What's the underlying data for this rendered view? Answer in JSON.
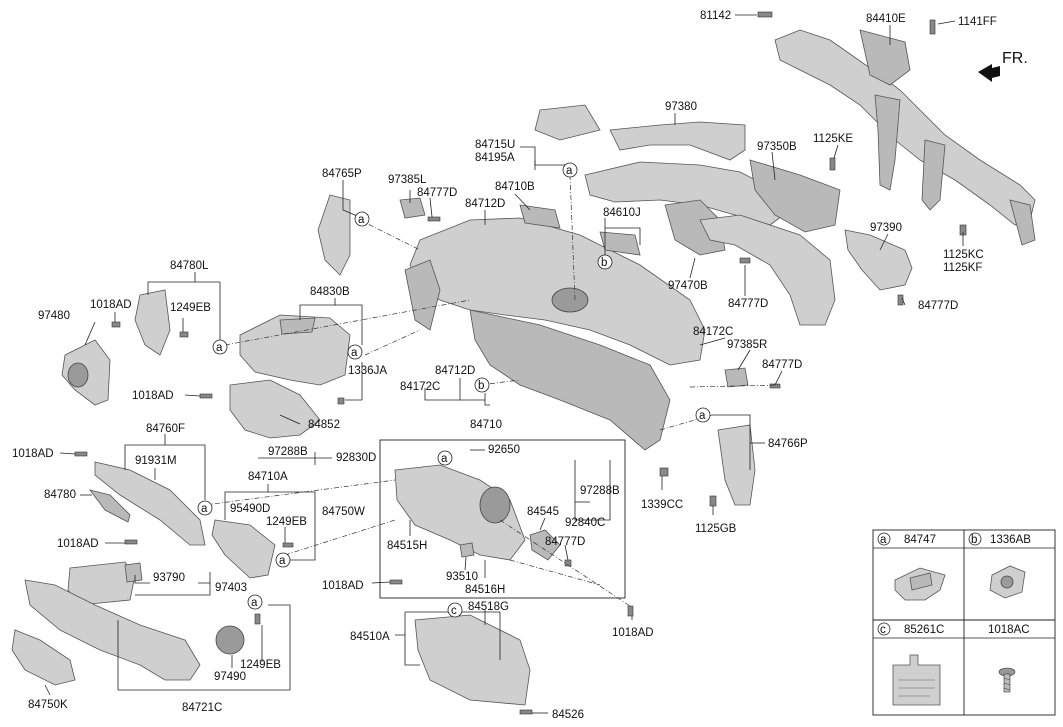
{
  "labels": {
    "l81142": "81142",
    "l84410E": "84410E",
    "l1141FF": "1141FF",
    "fr": "FR.",
    "l97380": "97380",
    "l84715U": "84715U",
    "l84195A": "84195A",
    "l97350B": "97350B",
    "l1125KE": "1125KE",
    "l84765P": "84765P",
    "l97385L": "97385L",
    "l84777D_a": "84777D",
    "l84710B": "84710B",
    "l84712D_a": "84712D",
    "l84610J": "84610J",
    "l97390": "97390",
    "l1125KC": "1125KC",
    "l1125KF": "1125KF",
    "l84780L": "84780L",
    "l1018AD_a": "1018AD",
    "l97480": "97480",
    "l1249EB_a": "1249EB",
    "l84830B": "84830B",
    "l97470B": "97470B",
    "l84777D_b": "84777D",
    "l84777D_c": "84777D",
    "l84172C_a": "84172C",
    "l97385R": "97385R",
    "l84777D_d": "84777D",
    "l1336JA": "1336JA",
    "l84712D_b": "84712D",
    "l84172C_b": "84172C",
    "l1018AD_b": "1018AD",
    "l84852": "84852",
    "l84710": "84710",
    "l84760F": "84760F",
    "l1018AD_c": "1018AD",
    "l91931M": "91931M",
    "l97288B_a": "97288B",
    "l92830D": "92830D",
    "l84766P": "84766P",
    "l84710A": "84710A",
    "l92650": "92650",
    "l84780": "84780",
    "l95490D": "95490D",
    "l1249EB_b": "1249EB",
    "l84750W": "84750W",
    "l97288B_b": "97288B",
    "l1339CC": "1339CC",
    "l1125GB": "1125GB",
    "l84545": "84545",
    "l92840C": "92840C",
    "l1018AD_d": "1018AD",
    "l84515H": "84515H",
    "l84777D_e": "84777D",
    "l93510": "93510",
    "l84516H": "84516H",
    "l93790": "93790",
    "l97403": "97403",
    "l1018AD_e": "1018AD",
    "l84518G": "84518G",
    "l1018AD_f": "1018AD",
    "l84510A": "84510A",
    "l1249EB_c": "1249EB",
    "l97490": "97490",
    "l84750K": "84750K",
    "l84721C": "84721C",
    "l84526": "84526"
  },
  "callouts": {
    "a": "a",
    "b": "b",
    "c": "c"
  },
  "legend": {
    "cells": [
      {
        "key": "a",
        "part": "84747"
      },
      {
        "key": "b",
        "part": "1336AB"
      },
      {
        "key": "c",
        "part": "85261C"
      },
      {
        "key": "",
        "part": "1018AC"
      }
    ]
  }
}
